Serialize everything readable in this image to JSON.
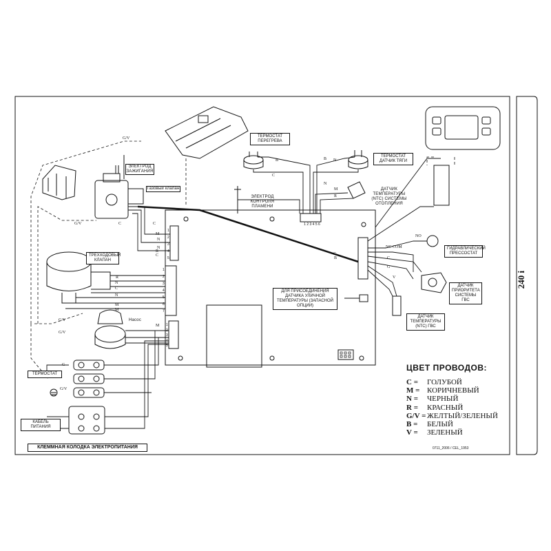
{
  "model": "240 i",
  "labels": {
    "thermostat_overheat": "ТЕРМОСТАТ ПЕРЕГРЕВА",
    "thermostat_exhaust": "ТЕРМОСТАТ ДАТЧИК ТЯГИ",
    "ignition_electrode": "ЭЛЕКТРОД ЗАЖИГАНИЯ",
    "gas_valve": "Газовый клапан",
    "flame_electrode": "ЭЛЕКТРОД КОНТРОЛЯ ПЛАМЕНИ",
    "ntc_heating": "ДАТЧИК ТЕМПЕРАТУРЫ (NTC) СИСТЕМЫ ОТОПЛЕНИЯ",
    "three_way_valve": "ТРЕХХОДОВЫЙ КЛАПАН",
    "pump": "Насос",
    "hydraulic_pressostat": "ГИДРАВЛИЧЕСКИЙ ПРЕССОСТАТ",
    "priority_sensor": "ДАТЧИК ПРИОРИТЕТА СИСТЕМЫ ГВС",
    "dhw_ntc": "ДАТЧИК ТЕМПЕРАТУРЫ (NTC) ГВС",
    "outdoor_sensor_connection": "ДЛЯ ПРИСОЕДИНЕНИЯ ДАТЧИКА УЛИЧНОЙ ТЕМПЕРАТУРЫ (ЗАПАСНОЙ ОПЦИИ)",
    "room_thermostat": "ТЕРМОСТАТ",
    "power_cable": "КАБЕЛЬ ПИТАНИЯ",
    "terminal_block": "КЛЕММНАЯ КОЛОДКА ЭЛЕКТРОПИТАНИЯ",
    "connector_numbers": "1 2 3 4 5 6",
    "doc_ref": "0711_2006 / CEL_1953"
  },
  "wire_codes": [
    "G/V",
    "G/V",
    "C",
    "C",
    "N",
    "N",
    "B",
    "B",
    "C",
    "M",
    "R",
    "R",
    "N",
    "N",
    "M",
    "C",
    "G/V",
    "G/V",
    "NC",
    "COM",
    "NO",
    "G",
    "C",
    "V",
    "N",
    "M",
    "C",
    "M",
    "R",
    "N",
    "B",
    "C",
    "M",
    "G",
    "G/V"
  ],
  "legend": {
    "title": "ЦВЕТ ПРОВОДОВ:",
    "items": [
      {
        "code": "C =",
        "meaning": "ГОЛУБОЙ"
      },
      {
        "code": "M =",
        "meaning": "КОРИЧНЕВЫЙ"
      },
      {
        "code": "N =",
        "meaning": "ЧЕРНЫЙ"
      },
      {
        "code": "R =",
        "meaning": "КРАСНЫЙ"
      },
      {
        "code": "G/V =",
        "meaning": "ЖЕЛТЫЙ/ЗЕЛЕНЫЙ"
      },
      {
        "code": "B =",
        "meaning": "БЕЛЫЙ"
      },
      {
        "code": "V =",
        "meaning": "ЗЕЛЕНЫЙ"
      }
    ]
  },
  "pins": {
    "conn_a": [
      "1",
      "2",
      "3",
      "4",
      "5"
    ],
    "conn_b": [
      "1",
      "2",
      "3",
      "4",
      "5",
      "6",
      "7"
    ],
    "conn_c": [
      "1",
      "2",
      "3",
      "4",
      "5"
    ]
  }
}
